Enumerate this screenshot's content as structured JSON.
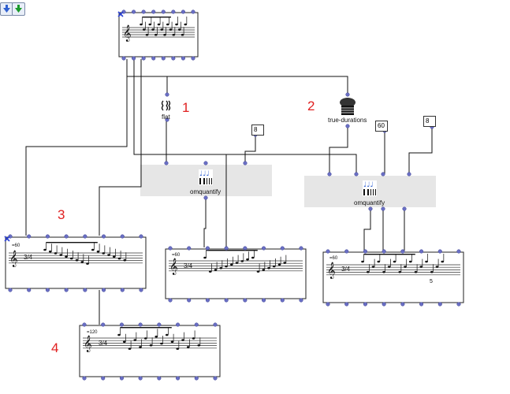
{
  "toolbar": {
    "up_icon": "arrow-down-icon",
    "down_icon": "arrow-down-green-icon"
  },
  "boxes": {
    "flat": {
      "label": "flat"
    },
    "true_durations": {
      "label": "true-durations"
    },
    "omquantify_left": {
      "label": "omquantify",
      "arg": "8"
    },
    "omquantify_right": {
      "label": "omquantify",
      "arg_tempo": "60",
      "arg_measure": "8"
    }
  },
  "annotations": {
    "n1": "1",
    "n2": "2",
    "n3": "3",
    "n4": "4"
  },
  "scores": {
    "top": {
      "tempo": "",
      "time_sig": ""
    },
    "left": {
      "tempo": "=60",
      "time_sig": "3/4"
    },
    "mid": {
      "tempo": "=60",
      "time_sig": "3/4"
    },
    "right": {
      "tempo": "=60",
      "time_sig": "3/4",
      "tuplet": "5"
    },
    "bottom": {
      "tempo": "=120",
      "time_sig": "3/4"
    }
  },
  "colors": {
    "annotation": "#e02020",
    "connector": "#111111",
    "port": "#6a6fc4",
    "panel": "#e6e6e6"
  }
}
